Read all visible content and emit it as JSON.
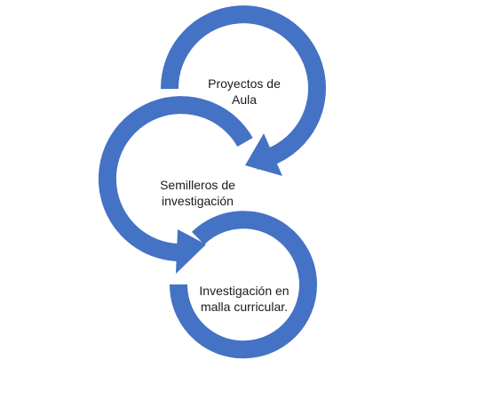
{
  "diagram": {
    "accent_color": "#4472C4",
    "nodes": [
      {
        "lines": [
          "Proyectos de",
          "Aula"
        ]
      },
      {
        "lines": [
          "Semilleros de",
          "investigación"
        ]
      },
      {
        "lines": [
          "Investigación en",
          "malla curricular."
        ]
      }
    ]
  }
}
